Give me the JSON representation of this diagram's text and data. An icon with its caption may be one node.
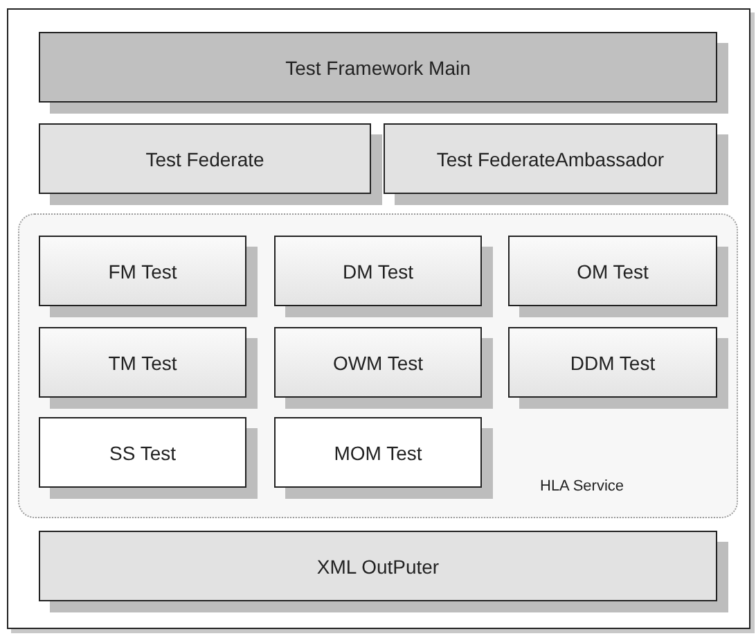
{
  "diagram": {
    "nodes": [
      {
        "text": [
          "Test Framework Main"
        ]
      },
      {
        "text": [
          "Test Federate"
        ]
      },
      {
        "text": [
          "Test FederateAmbassador"
        ]
      },
      {
        "text": [
          "HLA Service"
        ]
      },
      {
        "text": [
          "FM Test"
        ],
        "in": 3
      },
      {
        "text": [
          "DM Test"
        ],
        "in": 3
      },
      {
        "text": [
          "OM Test"
        ],
        "in": 3
      },
      {
        "text": [
          "TM Test"
        ],
        "in": 3
      },
      {
        "text": [
          "OWM Test"
        ],
        "in": 3
      },
      {
        "text": [
          "DDM Test"
        ],
        "in": 3
      },
      {
        "text": [
          "SS Test"
        ],
        "in": 3
      },
      {
        "text": [
          "MOM Test"
        ],
        "in": 3
      },
      {
        "text": [
          "XML OutPuter"
        ]
      }
    ]
  }
}
